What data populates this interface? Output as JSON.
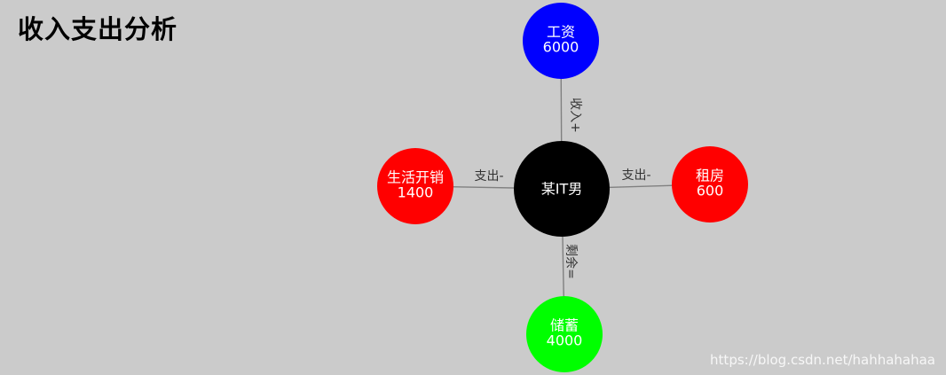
{
  "title": "收入支出分析",
  "watermark": "https://blog.csdn.net/hahhahahaa",
  "colors": {
    "center": "#000000",
    "income": "#0000ff",
    "expense": "#ff0000",
    "savings": "#00ff00",
    "edge": "#808080"
  },
  "nodes": [
    {
      "id": "center",
      "name": "某IT男",
      "value": "",
      "color": "#000000"
    },
    {
      "id": "salary",
      "name": "工资",
      "value": "6000",
      "color": "#0000ff"
    },
    {
      "id": "living",
      "name": "生活开销",
      "value": "1400",
      "color": "#ff0000"
    },
    {
      "id": "rent",
      "name": "租房",
      "value": "600",
      "color": "#ff0000"
    },
    {
      "id": "savings",
      "name": "储蓄",
      "value": "4000",
      "color": "#00ff00"
    }
  ],
  "edges": [
    {
      "from": "center",
      "to": "salary",
      "label": "收入+"
    },
    {
      "from": "center",
      "to": "living",
      "label": "支出-"
    },
    {
      "from": "center",
      "to": "rent",
      "label": "支出-"
    },
    {
      "from": "center",
      "to": "savings",
      "label": "剩余="
    }
  ]
}
